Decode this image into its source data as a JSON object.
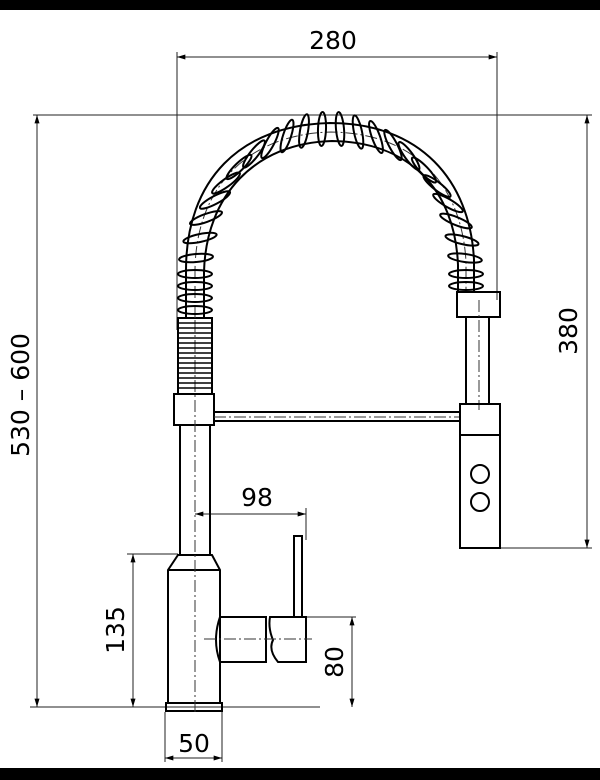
{
  "drawing": {
    "subject": "Pull-down spring kitchen faucet — dimensional drawing",
    "units": "mm",
    "line_color": "#000000",
    "background": "#ffffff"
  },
  "dimensions": {
    "overall_width": {
      "label": "280",
      "value": 280
    },
    "overall_height": {
      "label": "530 – 600",
      "min": 530,
      "max": 600
    },
    "spray_height": {
      "label": "380",
      "value": 380
    },
    "handle_reach": {
      "label": "98",
      "value": 98
    },
    "body_height": {
      "label": "135",
      "value": 135
    },
    "handle_height": {
      "label": "80",
      "value": 80
    },
    "base_diameter": {
      "label": "50",
      "value": 50
    }
  }
}
